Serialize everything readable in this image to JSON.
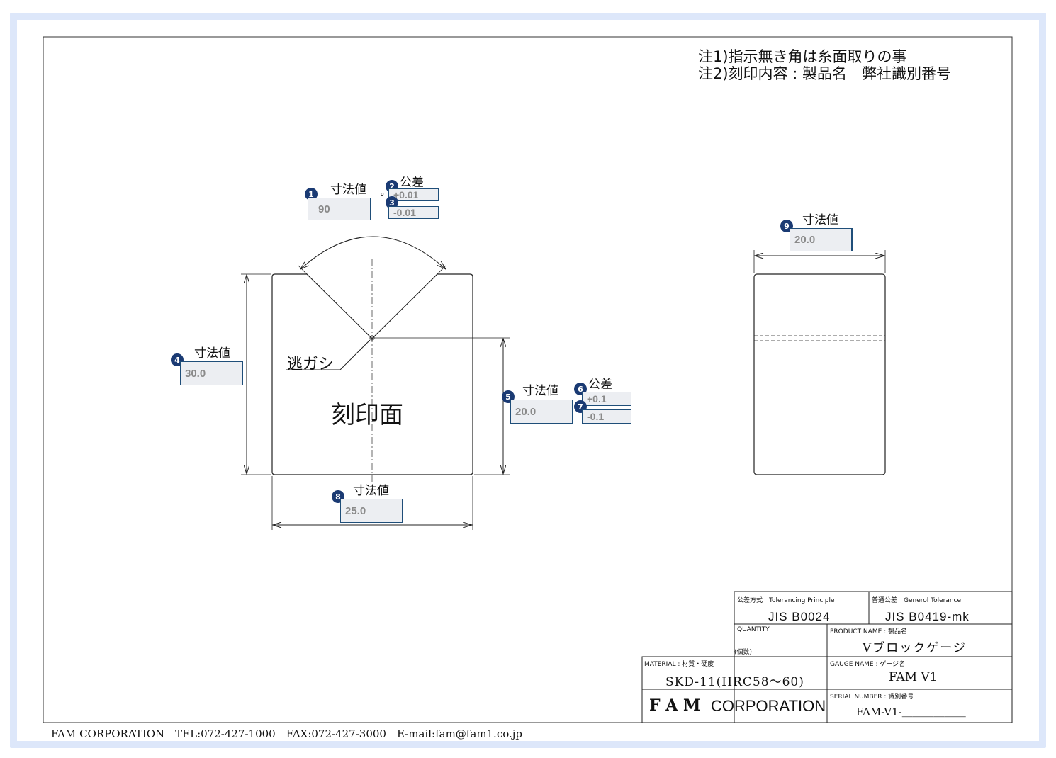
{
  "notes": {
    "note1": "注1)指示無き角は糸面取りの事",
    "note2": "注2)刻印内容 : 製品名　弊社識別番号"
  },
  "labels": {
    "dim_value": "寸法値",
    "tolerance": "公差",
    "relief": "逃ガシ",
    "engraving_face": "刻印面",
    "degree_symbol": "°"
  },
  "fields": {
    "angle": {
      "badge": "1",
      "value": "90"
    },
    "angle_tol_plus": {
      "badge": "2",
      "value": "+0.01"
    },
    "angle_tol_minus": {
      "badge": "3",
      "value": "-0.01"
    },
    "height": {
      "badge": "4",
      "value": "30.0"
    },
    "v_depth": {
      "badge": "5",
      "value": "20.0"
    },
    "v_depth_tol_plus": {
      "badge": "6",
      "value": "+0.1"
    },
    "v_depth_tol_minus": {
      "badge": "7",
      "value": "-0.1"
    },
    "width": {
      "badge": "8",
      "value": "25.0"
    },
    "thickness": {
      "badge": "9",
      "value": "20.0"
    }
  },
  "title_block": {
    "tolerancing_principle_label": "公差方式　Tolerancing Principle",
    "tolerancing_principle_value": "JIS B0024",
    "general_tolerance_label": "普通公差　Generol Tolerance",
    "general_tolerance_value": "JIS B0419-mk",
    "quantity_label": "QUANTITY",
    "quantity_unit": "(個数)",
    "product_name_label": "PRODUCT NAME : 製品名",
    "product_name_value": "Vブロックゲージ",
    "material_label": "MATERIAL : 材質・硬度",
    "material_value": "SKD-11(HRC58～60)",
    "gauge_name_label": "GAUGE NAME : ゲージ名",
    "gauge_name_value": "FAM V1",
    "company_bold": "F A M",
    "company_rest": "CORPORATION",
    "serial_label": "SERIAL NUMBER : 識別番号",
    "serial_value": "FAM-V1-＿＿＿＿＿＿"
  },
  "footer": "FAM CORPORATION　TEL:072-427-1000　FAX:072-427-3000　E-mail:fam@fam1.co.jp"
}
